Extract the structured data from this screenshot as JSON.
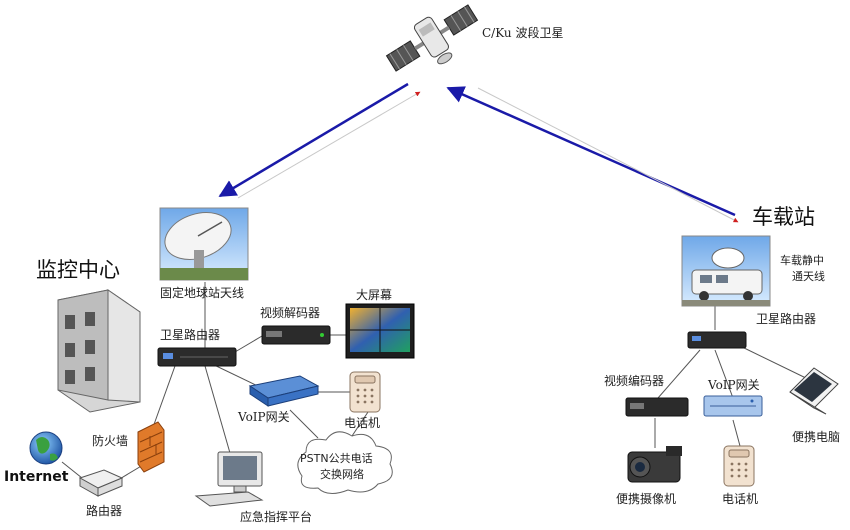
{
  "labels": {
    "satellite": "C/Ku 波段卫星",
    "monitor_center": "监控中心",
    "vehicle_station": "车载站",
    "fixed_antenna": "固定地球站天线",
    "vehicle_antenna_l1": "车载静中",
    "vehicle_antenna_l2": "通天线",
    "sat_router_center": "卫星路由器",
    "sat_router_vehicle": "卫星路由器",
    "video_decoder": "视频解码器",
    "big_screen": "大屏幕",
    "voip_gateway_center": "VoIP网关",
    "voip_gateway_vehicle": "VoIP网关",
    "phone_center": "电话机",
    "phone_vehicle": "电话机",
    "pstn_l1": "PSTN公共电话",
    "pstn_l2": "交换网络",
    "firewall": "防火墙",
    "internet": "Internet",
    "router": "路由器",
    "emergency_platform": "应急指挥平台",
    "video_encoder": "视频编码器",
    "laptop": "便携电脑",
    "camcorder": "便携摄像机"
  },
  "colors": {
    "link_arrow": "#1a1aa8",
    "device_dark": "#2b2b2b",
    "voip_blue": "#2a5fae",
    "firewall": "#e07a2a",
    "building": "#c9c9c9"
  }
}
